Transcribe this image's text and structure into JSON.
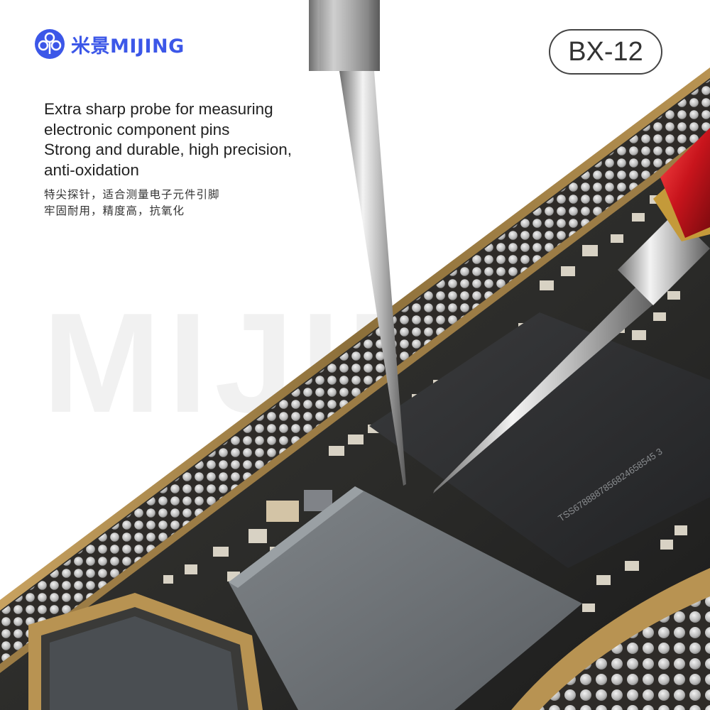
{
  "brand": {
    "name": "米景MIJING",
    "watermark": "MIJING"
  },
  "model": "BX-12",
  "description_en": [
    "Extra sharp probe for measuring",
    "electronic component pins",
    "Strong and durable, high precision,",
    "anti-oxidation"
  ],
  "description_zh": [
    "特尖探针，适合测量电子元件引脚",
    "牢固耐用，精度高，抗氧化"
  ],
  "chip_marking": "TSS6788887856824658545 3",
  "colors": {
    "brand_blue": "#3c57e8",
    "pcb_gold": "#a8874b",
    "chip_gray": "#6f7478",
    "probe_red": "#c8141c"
  }
}
